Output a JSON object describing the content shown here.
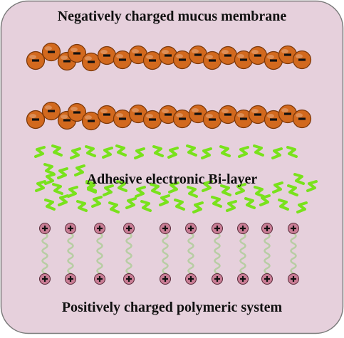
{
  "texts": {
    "top": "Negatively charged mucus membrane",
    "middle": "Adhesive electronic Bi-layer",
    "bottom": "Positively charged polymeric system"
  },
  "symbols": {
    "negative": "−",
    "positive": "+"
  },
  "colors": {
    "panel_fill": "#e6d0dc",
    "panel_stroke": "#7a7a7a",
    "bead_fill": "#d2691e",
    "bead_stroke": "#7a3608",
    "squiggle": "#79e21c",
    "polymer_chain": "#b8cda4",
    "positive_bead": "#c97d95"
  },
  "icons": {
    "negative_bead": "minus-charged-sphere",
    "positive_bead": "plus-charged-sphere",
    "adhesive_unit": "green-zigzag",
    "polymer_chain": "wavy-line"
  }
}
